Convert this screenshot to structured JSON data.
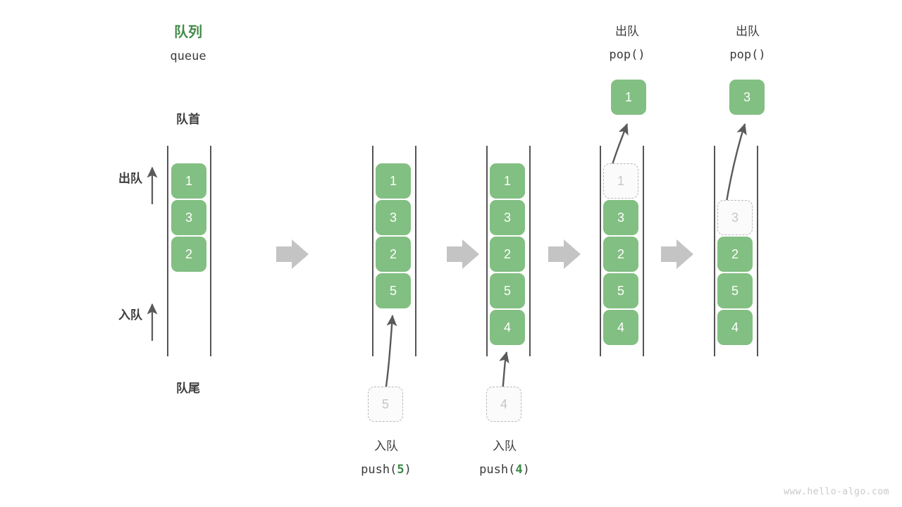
{
  "title": {
    "cn": "队列",
    "en": "queue",
    "color": "#438a4a"
  },
  "watermark": "www.hello-algo.com",
  "palette": {
    "box_fill": "#82bf82",
    "box_text": "#ffffff",
    "ghost_fill": "#fbfbfb",
    "ghost_border": "#b9b9b9",
    "ghost_text": "#c6c6c6",
    "rail": "#555555",
    "arrow": "#5a5a5a",
    "step_arrow": "#c4c4c4",
    "text": "#3c3c3c",
    "accent_green": "#3a8a46"
  },
  "annotations": {
    "front_label": "队首",
    "rear_label": "队尾",
    "pop_side_label": "出队",
    "push_side_label": "入队"
  },
  "step_arrow_icon": "right-block-arrow",
  "stages": [
    {
      "id": "initial",
      "top_label_cn": "",
      "top_label_code": "",
      "boxes": [
        {
          "value": "1",
          "state": "filled"
        },
        {
          "value": "3",
          "state": "filled"
        },
        {
          "value": "2",
          "state": "filled"
        }
      ],
      "popped_box": null,
      "incoming_box": null,
      "bottom_label_cn": "",
      "bottom_label_code": "",
      "bottom_label_arg": ""
    },
    {
      "id": "push-5",
      "top_label_cn": "",
      "top_label_code": "",
      "boxes": [
        {
          "value": "1",
          "state": "filled"
        },
        {
          "value": "3",
          "state": "filled"
        },
        {
          "value": "2",
          "state": "filled"
        },
        {
          "value": "5",
          "state": "filled"
        }
      ],
      "popped_box": null,
      "incoming_box": {
        "value": "5",
        "state": "ghost"
      },
      "bottom_label_cn": "入队",
      "bottom_label_code_prefix": "push(",
      "bottom_label_arg": "5",
      "bottom_label_code_suffix": ")"
    },
    {
      "id": "push-4",
      "top_label_cn": "",
      "top_label_code": "",
      "boxes": [
        {
          "value": "1",
          "state": "filled"
        },
        {
          "value": "3",
          "state": "filled"
        },
        {
          "value": "2",
          "state": "filled"
        },
        {
          "value": "5",
          "state": "filled"
        },
        {
          "value": "4",
          "state": "filled"
        }
      ],
      "popped_box": null,
      "incoming_box": {
        "value": "4",
        "state": "ghost"
      },
      "bottom_label_cn": "入队",
      "bottom_label_code_prefix": "push(",
      "bottom_label_arg": "4",
      "bottom_label_code_suffix": ")"
    },
    {
      "id": "pop-1",
      "top_label_cn": "出队",
      "top_label_code": "pop()",
      "boxes": [
        {
          "value": "1",
          "state": "ghost"
        },
        {
          "value": "3",
          "state": "filled"
        },
        {
          "value": "2",
          "state": "filled"
        },
        {
          "value": "5",
          "state": "filled"
        },
        {
          "value": "4",
          "state": "filled"
        }
      ],
      "popped_box": {
        "value": "1",
        "state": "filled"
      },
      "incoming_box": null,
      "bottom_label_cn": "",
      "bottom_label_code": "",
      "bottom_label_arg": ""
    },
    {
      "id": "pop-3",
      "top_label_cn": "出队",
      "top_label_code": "pop()",
      "boxes": [
        {
          "value": "",
          "state": "empty"
        },
        {
          "value": "3",
          "state": "ghost"
        },
        {
          "value": "2",
          "state": "filled"
        },
        {
          "value": "5",
          "state": "filled"
        },
        {
          "value": "4",
          "state": "filled"
        }
      ],
      "popped_box": {
        "value": "3",
        "state": "filled"
      },
      "incoming_box": null,
      "bottom_label_cn": "",
      "bottom_label_code": "",
      "bottom_label_arg": ""
    }
  ]
}
